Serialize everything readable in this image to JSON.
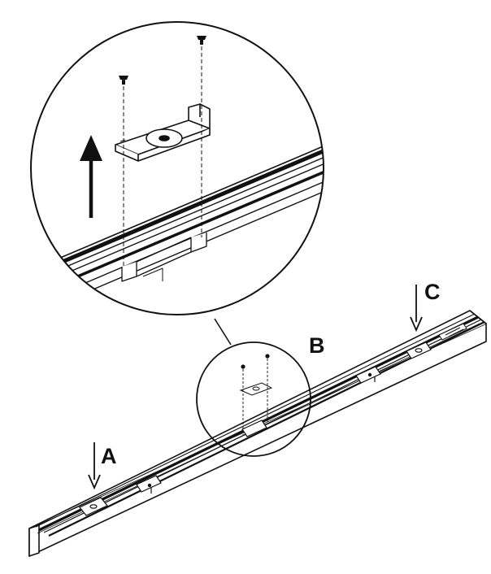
{
  "diagram": {
    "labels": {
      "a": "A",
      "b": "B",
      "c": "C"
    },
    "colors": {
      "ink": "#111111",
      "paper": "#ffffff",
      "shade": "#e6e6e6"
    },
    "icons": [
      "arrow-down-icon",
      "arrow-up-icon",
      "screw-icon",
      "bracket-icon"
    ]
  }
}
